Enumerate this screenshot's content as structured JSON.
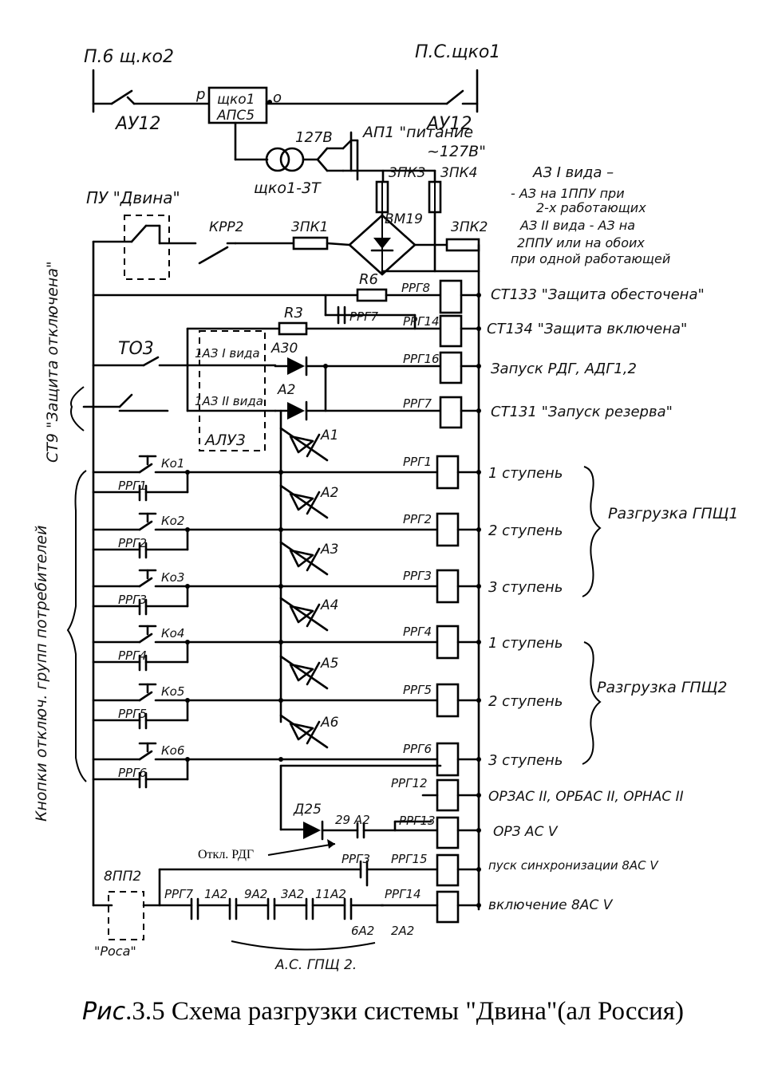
{
  "labels": {
    "bus_left": "П.6 щ.ко2",
    "bus_right": "П.С.щко1",
    "switch_left": "АУ12",
    "switch_right": "АУ12",
    "box_top": "щко1",
    "box_bottom": "АПС5",
    "box_left_mark": "р",
    "box_right_mark": "о",
    "volt_mark": "127В",
    "ap1_text": "АП1 \"питание",
    "ap1_voltage": "~127В\"",
    "transformer": "щко1-3Т",
    "fuse_3pk3": "3ПК3",
    "fuse_3pk4": "3ПК4",
    "fuse_3pk1": "3ПК1",
    "fuse_3pk2": "3ПК2",
    "bridge": "ВМ19",
    "kpp2": "КРР2",
    "pu_dvina": "ПУ \"Двина\"",
    "r6": "R6",
    "r3": "R3",
    "prg7_top": "РРГ7",
    "t03": "ТО3",
    "az1": "1АЗ I вида",
    "az2": "1АЗ II вида",
    "alu3": "АЛУ3",
    "a30": "А30",
    "a2_top": "А2",
    "side_vertical_top": "СТ9 \"Защита отключена\"",
    "side_vertical_bottom": "Кнопки отключ. групп потребителей",
    "note_line1": "АЗ I вида –",
    "note_line2": "- АЗ на 1ППУ при",
    "note_line3": "2-х работающих",
    "note_line4": "АЗ II вида - АЗ на",
    "note_line5": "2ППУ или на обоих",
    "note_line6": "при одной работающей",
    "group1": "Разгрузка ГПЩ1",
    "group2": "Разгрузка ГПЩ2",
    "extra_prg12": "РРГ12",
    "extra_prg13": "РРГ13",
    "extra_prg15": "РРГ15",
    "extra_prg14": "РРГ14",
    "d25": "Д25",
    "a2_29": "29 А2",
    "otkl_rdg": "Откл. РДГ",
    "prg3_b": "РРГ3",
    "vpp2": "8ПП2",
    "rosa": "\"Роса\"",
    "b_prg7": "РРГ7",
    "b_1a2": "1А2",
    "b_9a2": "9А2",
    "b_3a2": "3А2",
    "b_11a2": "11А2",
    "b_6a2": "6А2",
    "b_2a2": "2А2",
    "as_gpsh2": "А.С. ГПЩ 2."
  },
  "relays_top": [
    {
      "name": "РРГ8",
      "out": "СТ133 \"Защита обесточена\""
    },
    {
      "name": "РРГ14",
      "out": "СТ134 \"Защита включена\""
    },
    {
      "name": "РРГ16",
      "out": "Запуск РДГ, АДГ1,2"
    },
    {
      "name": "РРГ7",
      "out": "СТ131 \"Запуск резерва\""
    }
  ],
  "stages": [
    {
      "relay": "РРГ1",
      "btn": "Ко1",
      "diode": "А1",
      "out": "1 ступень"
    },
    {
      "relay": "РРГ2",
      "btn": "Ко2",
      "diode": "А2",
      "out": "2 ступень"
    },
    {
      "relay": "РРГ3",
      "btn": "Ко3",
      "diode": "А3",
      "out": "3 ступень"
    },
    {
      "relay": "РРГ4",
      "btn": "Ко4",
      "diode": "А4",
      "out": "1 ступень"
    },
    {
      "relay": "РРГ5",
      "btn": "Ко5",
      "diode": "А5",
      "out": "2 ступень"
    },
    {
      "relay": "РРГ6",
      "btn": "Ко6",
      "diode": "А6",
      "out": "3 ступень"
    }
  ],
  "relays_bottom": [
    {
      "name": "РРГ12",
      "out": "ОРЗАС II, ОРБАС II, ОРНАС II"
    },
    {
      "name": "РРГ13",
      "out": "ОРЗ АС V"
    },
    {
      "name": "РРГ15",
      "out": "пуск синхронизации 8АС V"
    },
    {
      "name": "РРГ14",
      "out": "включение 8АС V"
    }
  ],
  "caption": {
    "prefix": "Рис",
    "text": ".3.5 Схема разгрузки системы \"Двина\"(ал Россия)"
  }
}
